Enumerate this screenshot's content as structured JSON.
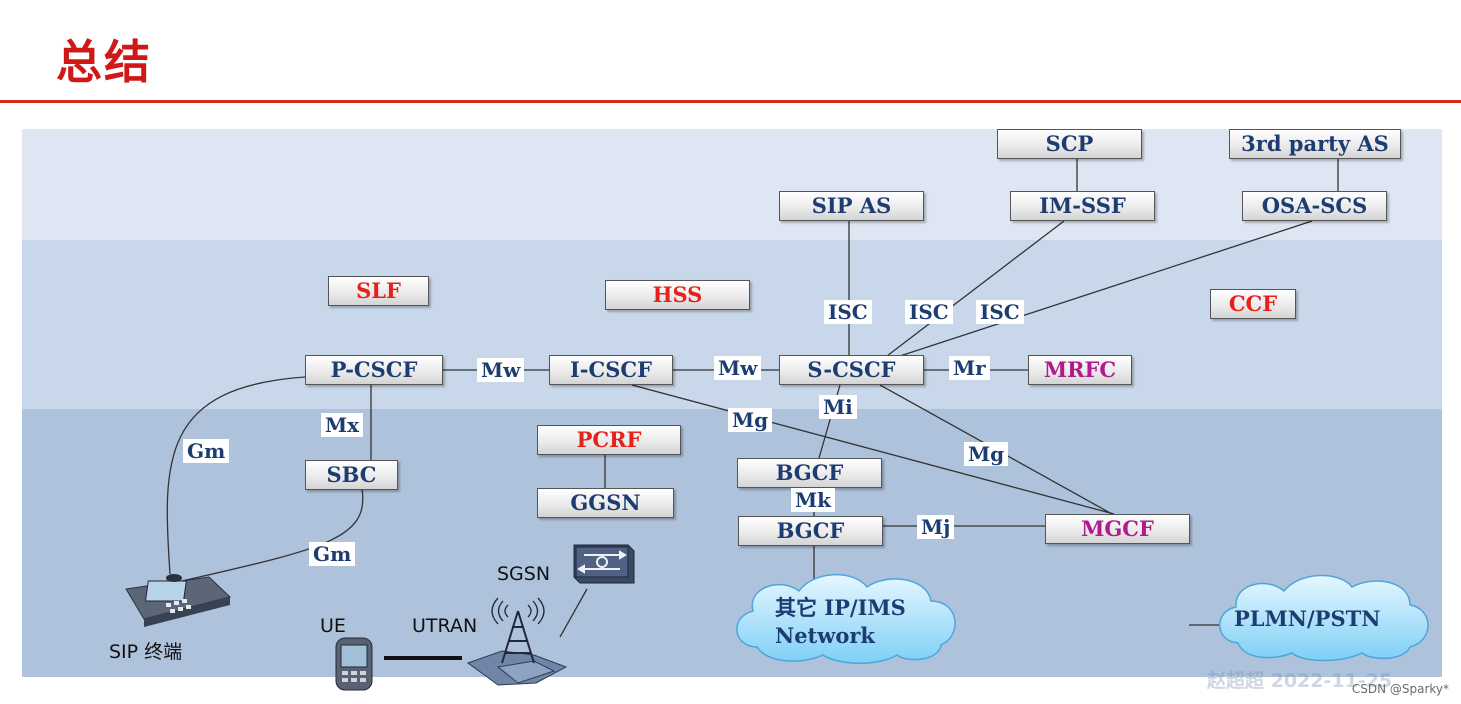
{
  "title": "总结",
  "nodes": {
    "scp": "SCP",
    "third_party_as": "3rd party AS",
    "sip_as": "SIP AS",
    "im_ssf": "IM-SSF",
    "osa_scs": "OSA-SCS",
    "slf": "SLF",
    "hss": "HSS",
    "ccf": "CCF",
    "p_cscf": "P-CSCF",
    "i_cscf": "I-CSCF",
    "s_cscf": "S-CSCF",
    "mrfc": "MRFC",
    "sbc": "SBC",
    "pcrf": "PCRF",
    "ggsn": "GGSN",
    "bgcf_1": "BGCF",
    "bgcf_2": "BGCF",
    "mgcf": "MGCF"
  },
  "interfaces": {
    "isc_1": "ISC",
    "isc_2": "ISC",
    "isc_3": "ISC",
    "mw_1": "Mw",
    "mw_2": "Mw",
    "mr": "Mr",
    "mx": "Mx",
    "mi": "Mi",
    "mg_1": "Mg",
    "mg_2": "Mg",
    "gm_1": "Gm",
    "gm_2": "Gm",
    "mk": "Mk",
    "mj": "Mj"
  },
  "devices": {
    "sip_terminal": "SIP 终端",
    "ue": "UE",
    "utran": "UTRAN",
    "sgsn": "SGSN"
  },
  "clouds": {
    "other_network_line1": "其它 IP/IMS",
    "other_network_line2": "Network",
    "plmn_pstn": "PLMN/PSTN"
  },
  "watermark": "赵超超 2022-11-25",
  "footer_credit": "CSDN @Sparky*",
  "colors": {
    "title": "#d01818",
    "node_text": "#1d3d72",
    "highlight_red": "#e8201a",
    "highlight_purple": "#b01a8c"
  }
}
